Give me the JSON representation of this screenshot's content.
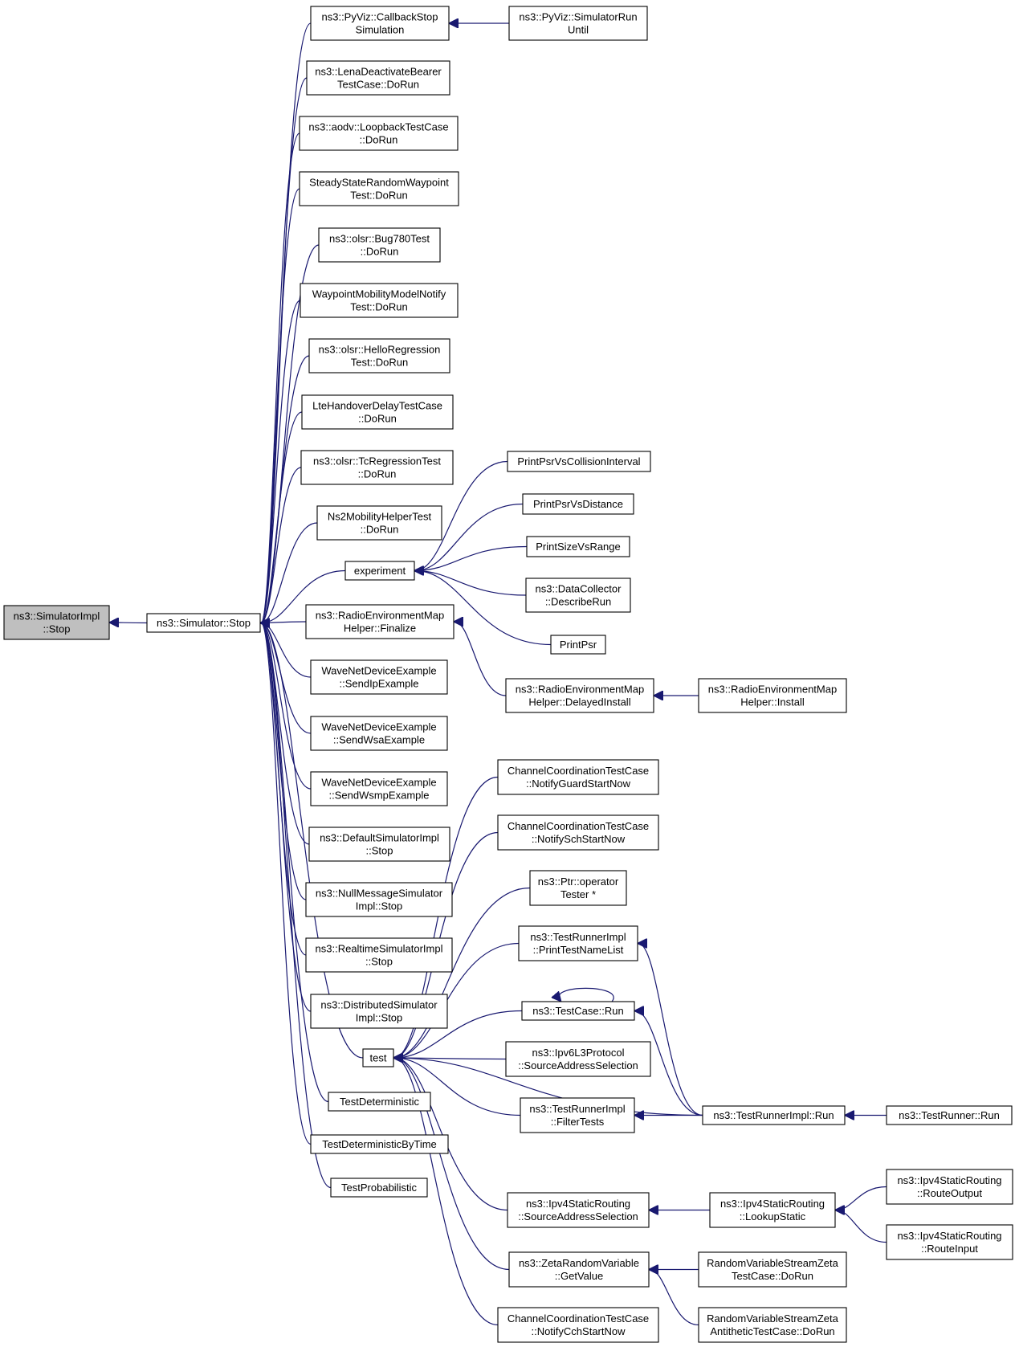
{
  "graph": {
    "type": "call-graph",
    "edge_color": "#191970",
    "root_fill": "#bfbfbf",
    "nodes": [
      {
        "id": "root",
        "lines": [
          "ns3::SimulatorImpl",
          "::Stop"
        ],
        "root": true
      },
      {
        "id": "sim_stop",
        "lines": [
          "ns3::Simulator::Stop"
        ]
      },
      {
        "id": "pyviz_cb",
        "lines": [
          "ns3::PyViz::CallbackStop",
          "Simulation"
        ]
      },
      {
        "id": "pyviz_run",
        "lines": [
          "ns3::PyViz::SimulatorRun",
          "Until"
        ]
      },
      {
        "id": "lena",
        "lines": [
          "ns3::LenaDeactivateBearer",
          "TestCase::DoRun"
        ]
      },
      {
        "id": "aodv",
        "lines": [
          "ns3::aodv::LoopbackTestCase",
          "::DoRun"
        ]
      },
      {
        "id": "steady",
        "lines": [
          "SteadyStateRandomWaypoint",
          "Test::DoRun"
        ]
      },
      {
        "id": "bug780",
        "lines": [
          "ns3::olsr::Bug780Test",
          "::DoRun"
        ]
      },
      {
        "id": "waypoint",
        "lines": [
          "WaypointMobilityModelNotify",
          "Test::DoRun"
        ]
      },
      {
        "id": "hello",
        "lines": [
          "ns3::olsr::HelloRegression",
          "Test::DoRun"
        ]
      },
      {
        "id": "lteho",
        "lines": [
          "LteHandoverDelayTestCase",
          "::DoRun"
        ]
      },
      {
        "id": "tcreg",
        "lines": [
          "ns3::olsr::TcRegressionTest",
          "::DoRun"
        ]
      },
      {
        "id": "ns2mob",
        "lines": [
          "Ns2MobilityHelperTest",
          "::DoRun"
        ]
      },
      {
        "id": "experiment",
        "lines": [
          "experiment"
        ]
      },
      {
        "id": "rem_finalize",
        "lines": [
          "ns3::RadioEnvironmentMap",
          "Helper::Finalize"
        ]
      },
      {
        "id": "wave_ip",
        "lines": [
          "WaveNetDeviceExample",
          "::SendIpExample"
        ]
      },
      {
        "id": "wave_wsa",
        "lines": [
          "WaveNetDeviceExample",
          "::SendWsaExample"
        ]
      },
      {
        "id": "wave_wsmp",
        "lines": [
          "WaveNetDeviceExample",
          "::SendWsmpExample"
        ]
      },
      {
        "id": "default_sim",
        "lines": [
          "ns3::DefaultSimulatorImpl",
          "::Stop"
        ]
      },
      {
        "id": "nullmsg",
        "lines": [
          "ns3::NullMessageSimulator",
          "Impl::Stop"
        ]
      },
      {
        "id": "realtime",
        "lines": [
          "ns3::RealtimeSimulatorImpl",
          "::Stop"
        ]
      },
      {
        "id": "distributed",
        "lines": [
          "ns3::DistributedSimulator",
          "Impl::Stop"
        ]
      },
      {
        "id": "test",
        "lines": [
          "test"
        ]
      },
      {
        "id": "test_det",
        "lines": [
          "TestDeterministic"
        ]
      },
      {
        "id": "test_dettime",
        "lines": [
          "TestDeterministicByTime"
        ]
      },
      {
        "id": "test_prob",
        "lines": [
          "TestProbabilistic"
        ]
      },
      {
        "id": "psr_coll",
        "lines": [
          "PrintPsrVsCollisionInterval"
        ]
      },
      {
        "id": "psr_dist",
        "lines": [
          "PrintPsrVsDistance"
        ]
      },
      {
        "id": "size_range",
        "lines": [
          "PrintSizeVsRange"
        ]
      },
      {
        "id": "datacoll",
        "lines": [
          "ns3::DataCollector",
          "::DescribeRun"
        ]
      },
      {
        "id": "printpsr",
        "lines": [
          "PrintPsr"
        ]
      },
      {
        "id": "rem_delayed",
        "lines": [
          "ns3::RadioEnvironmentMap",
          "Helper::DelayedInstall"
        ]
      },
      {
        "id": "rem_install",
        "lines": [
          "ns3::RadioEnvironmentMap",
          "Helper::Install"
        ]
      },
      {
        "id": "cc_guard",
        "lines": [
          "ChannelCoordinationTestCase",
          "::NotifyGuardStartNow"
        ]
      },
      {
        "id": "cc_sch",
        "lines": [
          "ChannelCoordinationTestCase",
          "::NotifySchStartNow"
        ]
      },
      {
        "id": "ptr_op",
        "lines": [
          "ns3::Ptr::operator",
          "Tester *"
        ]
      },
      {
        "id": "tri_print",
        "lines": [
          "ns3::TestRunnerImpl",
          "::PrintTestNameList"
        ]
      },
      {
        "id": "tc_run",
        "lines": [
          "ns3::TestCase::Run"
        ]
      },
      {
        "id": "ipv6_sas",
        "lines": [
          "ns3::Ipv6L3Protocol",
          "::SourceAddressSelection"
        ]
      },
      {
        "id": "tri_filter",
        "lines": [
          "ns3::TestRunnerImpl",
          "::FilterTests"
        ]
      },
      {
        "id": "tri_run",
        "lines": [
          "ns3::TestRunnerImpl::Run"
        ]
      },
      {
        "id": "tr_run",
        "lines": [
          "ns3::TestRunner::Run"
        ]
      },
      {
        "id": "ipv4_sas",
        "lines": [
          "ns3::Ipv4StaticRouting",
          "::SourceAddressSelection"
        ]
      },
      {
        "id": "ipv4_lookup",
        "lines": [
          "ns3::Ipv4StaticRouting",
          "::LookupStatic"
        ]
      },
      {
        "id": "ipv4_out",
        "lines": [
          "ns3::Ipv4StaticRouting",
          "::RouteOutput"
        ]
      },
      {
        "id": "ipv4_in",
        "lines": [
          "ns3::Ipv4StaticRouting",
          "::RouteInput"
        ]
      },
      {
        "id": "zeta_get",
        "lines": [
          "ns3::ZetaRandomVariable",
          "::GetValue"
        ]
      },
      {
        "id": "rvs_zeta",
        "lines": [
          "RandomVariableStreamZeta",
          "TestCase::DoRun"
        ]
      },
      {
        "id": "rvs_zeta_anti",
        "lines": [
          "RandomVariableStreamZeta",
          "AntitheticTestCase::DoRun"
        ]
      },
      {
        "id": "cc_cch",
        "lines": [
          "ChannelCoordinationTestCase",
          "::NotifyCchStartNow"
        ]
      }
    ],
    "edges": [
      [
        "sim_stop",
        "root"
      ],
      [
        "pyviz_cb",
        "sim_stop"
      ],
      [
        "lena",
        "sim_stop"
      ],
      [
        "aodv",
        "sim_stop"
      ],
      [
        "steady",
        "sim_stop"
      ],
      [
        "bug780",
        "sim_stop"
      ],
      [
        "waypoint",
        "sim_stop"
      ],
      [
        "hello",
        "sim_stop"
      ],
      [
        "lteho",
        "sim_stop"
      ],
      [
        "tcreg",
        "sim_stop"
      ],
      [
        "ns2mob",
        "sim_stop"
      ],
      [
        "experiment",
        "sim_stop"
      ],
      [
        "rem_finalize",
        "sim_stop"
      ],
      [
        "wave_ip",
        "sim_stop"
      ],
      [
        "wave_wsa",
        "sim_stop"
      ],
      [
        "wave_wsmp",
        "sim_stop"
      ],
      [
        "default_sim",
        "sim_stop"
      ],
      [
        "nullmsg",
        "sim_stop"
      ],
      [
        "realtime",
        "sim_stop"
      ],
      [
        "distributed",
        "sim_stop"
      ],
      [
        "test",
        "sim_stop"
      ],
      [
        "test_det",
        "sim_stop"
      ],
      [
        "test_dettime",
        "sim_stop"
      ],
      [
        "test_prob",
        "sim_stop"
      ],
      [
        "pyviz_run",
        "pyviz_cb"
      ],
      [
        "psr_coll",
        "experiment"
      ],
      [
        "psr_dist",
        "experiment"
      ],
      [
        "size_range",
        "experiment"
      ],
      [
        "datacoll",
        "experiment"
      ],
      [
        "printpsr",
        "experiment"
      ],
      [
        "rem_delayed",
        "rem_finalize"
      ],
      [
        "rem_install",
        "rem_delayed"
      ],
      [
        "cc_guard",
        "test"
      ],
      [
        "cc_sch",
        "test"
      ],
      [
        "ptr_op",
        "test"
      ],
      [
        "tri_print",
        "test"
      ],
      [
        "tc_run",
        "test"
      ],
      [
        "ipv6_sas",
        "test"
      ],
      [
        "tri_filter",
        "test"
      ],
      [
        "tri_run",
        "test"
      ],
      [
        "ipv4_sas",
        "test"
      ],
      [
        "zeta_get",
        "test"
      ],
      [
        "cc_cch",
        "test"
      ],
      [
        "tc_run",
        "tc_run"
      ],
      [
        "tri_run",
        "tri_print"
      ],
      [
        "tri_run",
        "tc_run"
      ],
      [
        "tri_run",
        "tri_filter"
      ],
      [
        "tr_run",
        "tri_run"
      ],
      [
        "ipv4_lookup",
        "ipv4_sas"
      ],
      [
        "ipv4_out",
        "ipv4_lookup"
      ],
      [
        "ipv4_in",
        "ipv4_lookup"
      ],
      [
        "rvs_zeta",
        "zeta_get"
      ],
      [
        "rvs_zeta_anti",
        "zeta_get"
      ]
    ]
  }
}
